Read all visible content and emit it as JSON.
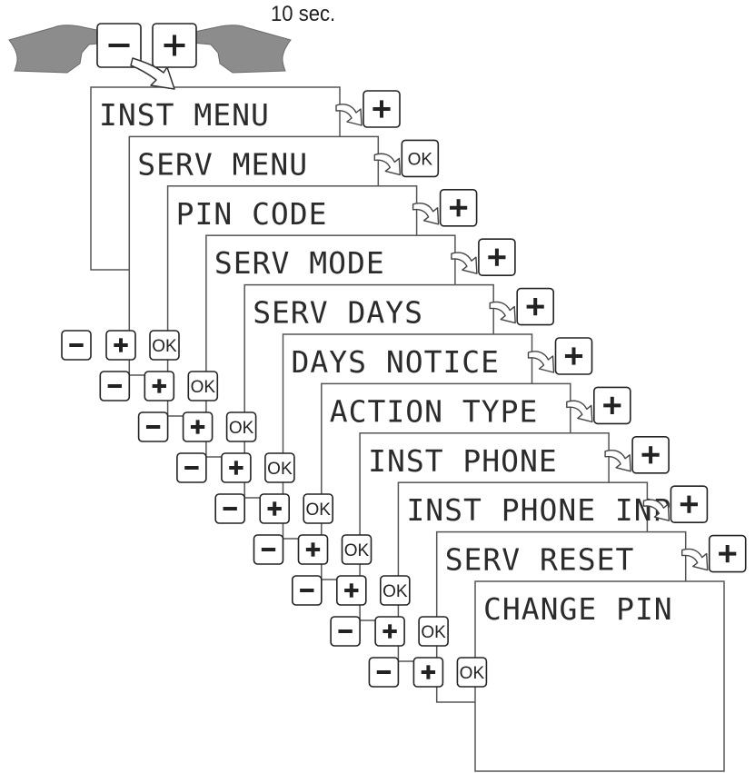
{
  "timer_label": "10 sec.",
  "buttons": {
    "minus": "−",
    "plus": "+",
    "ok": "OK"
  },
  "menu_items": [
    {
      "label": "INST MENU",
      "next_key": "plus",
      "controls": false
    },
    {
      "label": "SERV MENU",
      "next_key": "ok",
      "controls": false
    },
    {
      "label": "PIN CODE",
      "next_key": "plus",
      "controls": true
    },
    {
      "label": "SERV MODE",
      "next_key": "plus",
      "controls": true
    },
    {
      "label": "SERV DAYS",
      "next_key": "plus",
      "controls": true
    },
    {
      "label": "DAYS NOTICE",
      "next_key": "plus",
      "controls": true
    },
    {
      "label": "ACTION TYPE",
      "next_key": "plus",
      "controls": true
    },
    {
      "label": "INST PHONE",
      "next_key": "plus",
      "controls": true
    },
    {
      "label": "INST PHONE INP",
      "next_key": "plus",
      "controls": true
    },
    {
      "label": "SERV RESET",
      "next_key": "plus",
      "controls": true
    },
    {
      "label": "CHANGE PIN",
      "next_key": null,
      "controls": true
    }
  ],
  "colors": {
    "stroke": "#555555",
    "text": "#2b2b2b",
    "hand": "#8c8c8c"
  },
  "icons": [
    "left-hand-icon",
    "right-hand-icon",
    "curved-arrow-icon"
  ]
}
